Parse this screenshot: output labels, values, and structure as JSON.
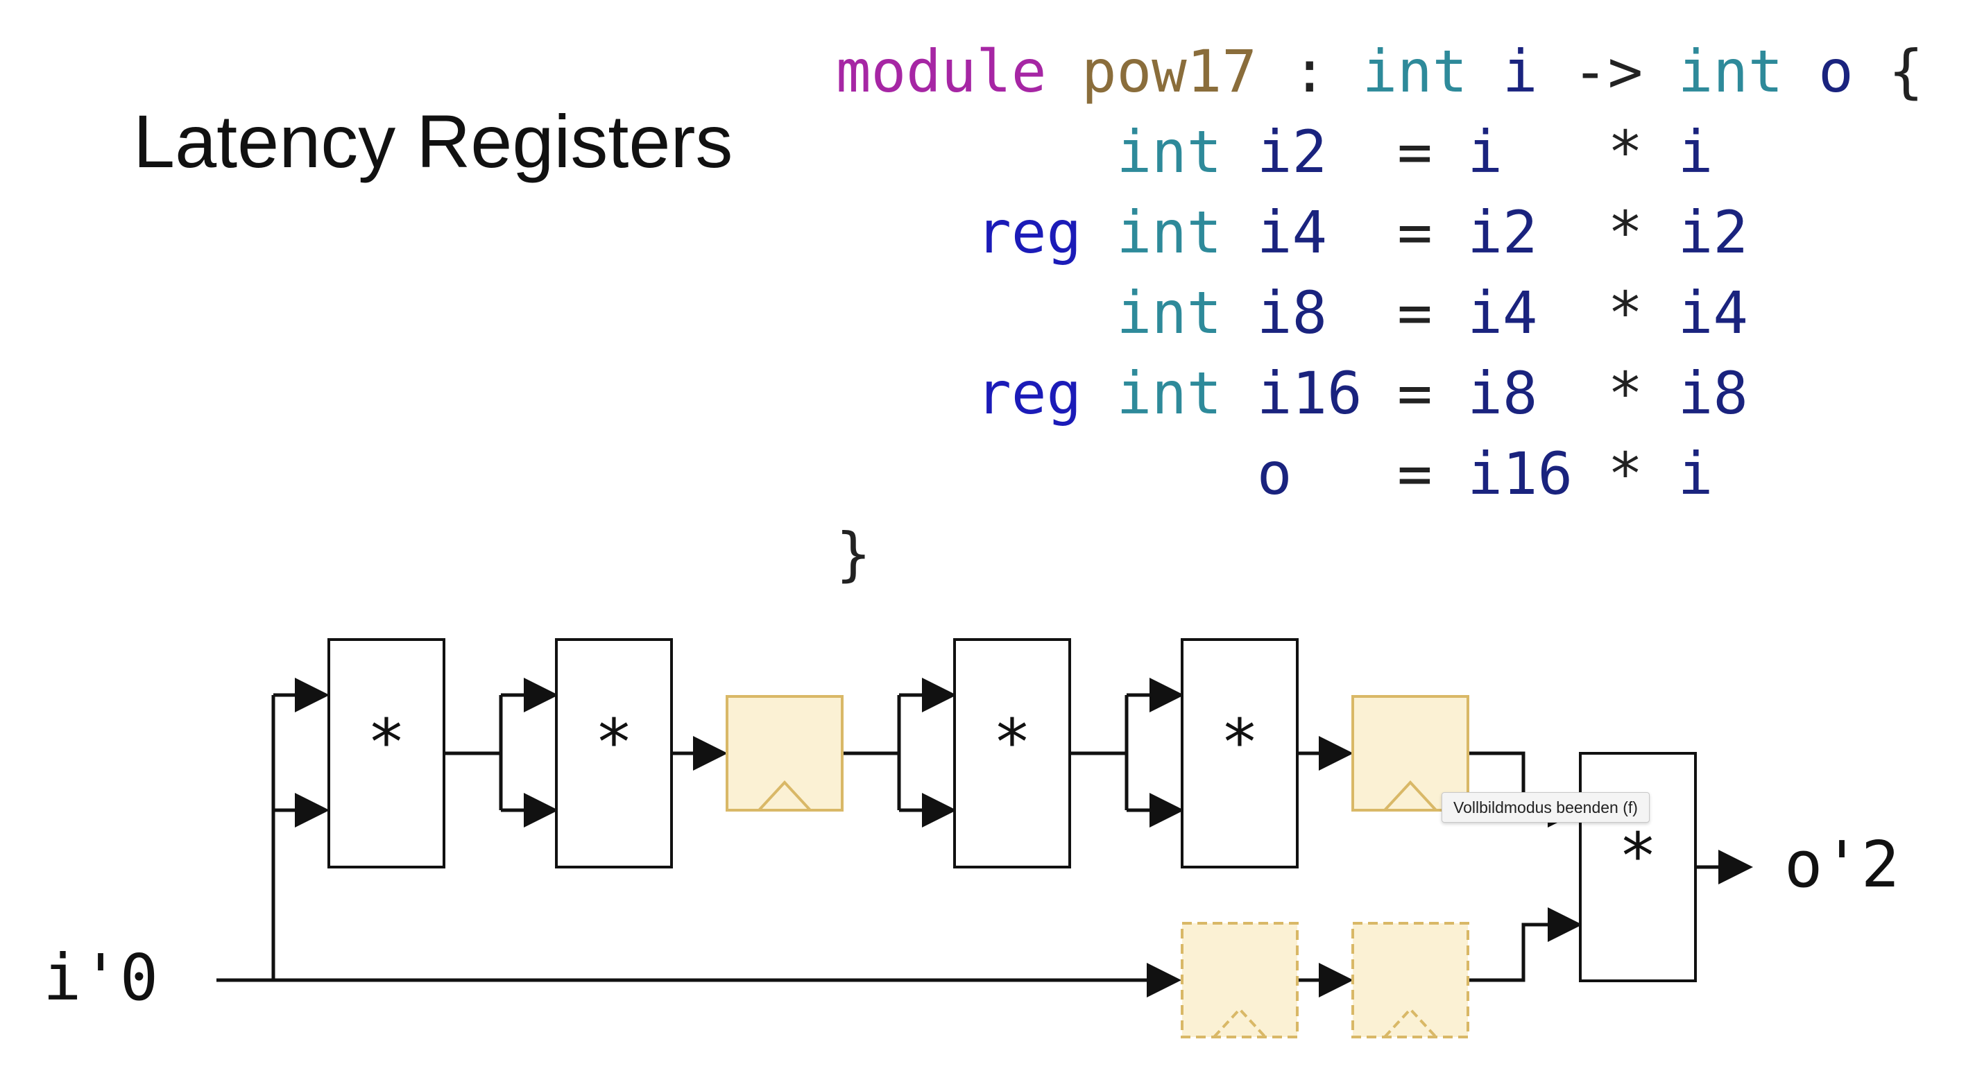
{
  "title": "Latency Registers",
  "code": {
    "lines": [
      [
        {
          "t": "module",
          "c": "keyword"
        },
        {
          "t": " ",
          "c": "op"
        },
        {
          "t": "pow17",
          "c": "modname"
        },
        {
          "t": " : ",
          "c": "op"
        },
        {
          "t": "int",
          "c": "type"
        },
        {
          "t": " ",
          "c": "op"
        },
        {
          "t": "i",
          "c": "ident"
        },
        {
          "t": " -> ",
          "c": "op"
        },
        {
          "t": "int",
          "c": "type"
        },
        {
          "t": " ",
          "c": "op"
        },
        {
          "t": "o",
          "c": "ident"
        },
        {
          "t": " {",
          "c": "op"
        }
      ],
      [
        {
          "t": "        ",
          "c": "op"
        },
        {
          "t": "int",
          "c": "type"
        },
        {
          "t": " ",
          "c": "op"
        },
        {
          "t": "i2",
          "c": "ident"
        },
        {
          "t": "  = ",
          "c": "op"
        },
        {
          "t": "i",
          "c": "ident"
        },
        {
          "t": "   * ",
          "c": "op"
        },
        {
          "t": "i",
          "c": "ident"
        }
      ],
      [
        {
          "t": "    ",
          "c": "op"
        },
        {
          "t": "reg",
          "c": "reg"
        },
        {
          "t": " ",
          "c": "op"
        },
        {
          "t": "int",
          "c": "type"
        },
        {
          "t": " ",
          "c": "op"
        },
        {
          "t": "i4",
          "c": "ident"
        },
        {
          "t": "  = ",
          "c": "op"
        },
        {
          "t": "i2",
          "c": "ident"
        },
        {
          "t": "  * ",
          "c": "op"
        },
        {
          "t": "i2",
          "c": "ident"
        }
      ],
      [
        {
          "t": "        ",
          "c": "op"
        },
        {
          "t": "int",
          "c": "type"
        },
        {
          "t": " ",
          "c": "op"
        },
        {
          "t": "i8",
          "c": "ident"
        },
        {
          "t": "  = ",
          "c": "op"
        },
        {
          "t": "i4",
          "c": "ident"
        },
        {
          "t": "  * ",
          "c": "op"
        },
        {
          "t": "i4",
          "c": "ident"
        }
      ],
      [
        {
          "t": "    ",
          "c": "op"
        },
        {
          "t": "reg",
          "c": "reg"
        },
        {
          "t": " ",
          "c": "op"
        },
        {
          "t": "int",
          "c": "type"
        },
        {
          "t": " ",
          "c": "op"
        },
        {
          "t": "i16",
          "c": "ident"
        },
        {
          "t": " = ",
          "c": "op"
        },
        {
          "t": "i8",
          "c": "ident"
        },
        {
          "t": "  * ",
          "c": "op"
        },
        {
          "t": "i8",
          "c": "ident"
        }
      ],
      [
        {
          "t": "            ",
          "c": "op"
        },
        {
          "t": "o",
          "c": "ident"
        },
        {
          "t": "   = ",
          "c": "op"
        },
        {
          "t": "i16",
          "c": "ident"
        },
        {
          "t": " * ",
          "c": "op"
        },
        {
          "t": "i",
          "c": "ident"
        }
      ],
      [
        {
          "t": "}",
          "c": "op"
        }
      ]
    ]
  },
  "diagram": {
    "input_label": "i'0",
    "output_label": "o'2",
    "multiplier_symbol": "*"
  },
  "colors": {
    "register_fill": "#fbf1d4",
    "register_stroke": "#d9b867",
    "wire": "#111111"
  },
  "tooltip": {
    "text": "Vollbildmodus beenden (f)"
  }
}
